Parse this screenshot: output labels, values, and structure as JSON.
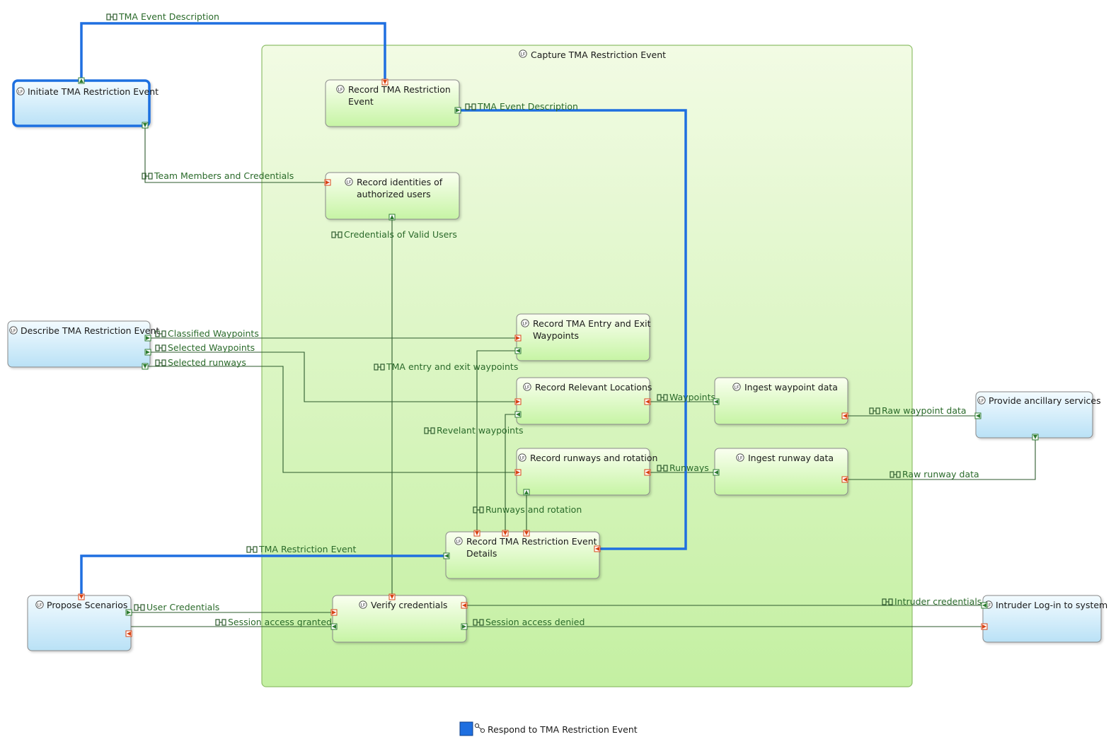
{
  "container": {
    "label": "Capture TMA Restriction Event"
  },
  "functions": {
    "initiate": [
      "Initiate TMA Restriction Event"
    ],
    "describe": [
      "Describe TMA Restriction Event"
    ],
    "propose": [
      "Propose Scenarios"
    ],
    "ancillary": [
      "Provide ancillary services"
    ],
    "intruder": [
      "Intruder Log-in to system"
    ],
    "record_event": [
      "Record TMA Restriction",
      "Event"
    ],
    "record_identities": [
      "Record identities of",
      "authorized users"
    ],
    "record_entry_exit": [
      "Record TMA Entry and Exit",
      "Waypoints"
    ],
    "record_locations": [
      "Record Relevant Locations"
    ],
    "record_runways": [
      "Record runways and rotation"
    ],
    "record_details": [
      "Record TMA Restriction Event",
      "Details"
    ],
    "verify": [
      "Verify credentials"
    ],
    "ingest_waypoint": [
      "Ingest waypoint data"
    ],
    "ingest_runway": [
      "Ingest runway data"
    ]
  },
  "exchanges": {
    "tma_event_desc_top": "TMA Event Description",
    "tma_event_desc_inner": "TMA Event Description",
    "team_members": "Team Members and Credentials",
    "credentials_valid": "Credentials of Valid Users",
    "classified_waypoints": "Classified Waypoints",
    "selected_waypoints": "Selected Waypoints",
    "selected_runways": "Selected runways",
    "tma_entry_exit": "TMA entry and exit waypoints",
    "waypoints": "Waypoints",
    "raw_waypoint": "Raw waypoint data",
    "relevant_waypoints": "Revelant waypoints",
    "runways": "Runways",
    "raw_runway": "Raw runway data",
    "runways_rotation": "Runways and rotation",
    "tma_restriction_event": "TMA Restriction Event",
    "user_credentials": "User Credentials",
    "session_granted": "Session access granted",
    "intruder_credentials": "Intruder credentials",
    "session_denied": "Session access denied"
  },
  "legend": {
    "label": "Respond to TMA Restriction Event"
  },
  "colors": {
    "highlight": "#1f6fe0",
    "flow": "#2d5a2d",
    "container_border": "#8fbf6a",
    "port_in": "#2e7d32",
    "port_out": "#d84315"
  }
}
